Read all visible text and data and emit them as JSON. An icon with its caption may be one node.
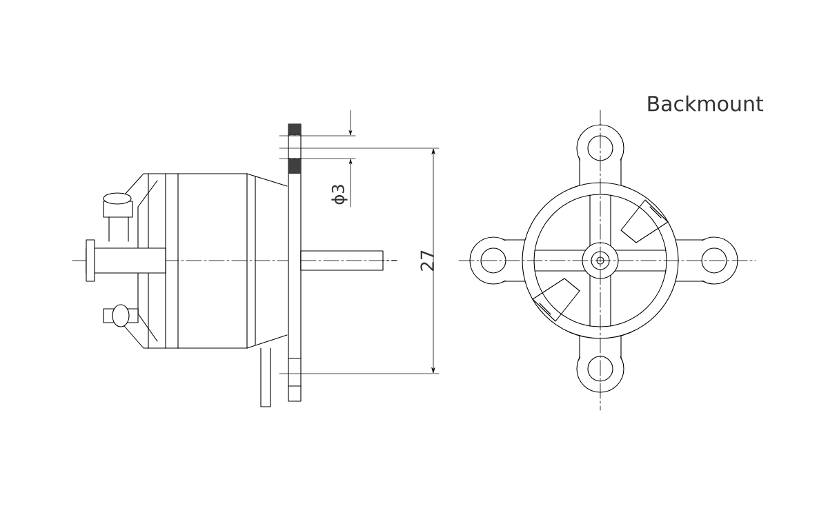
{
  "diagram": {
    "labels": [
      "Backmount",
      "ϕ3",
      "27"
    ]
  }
}
